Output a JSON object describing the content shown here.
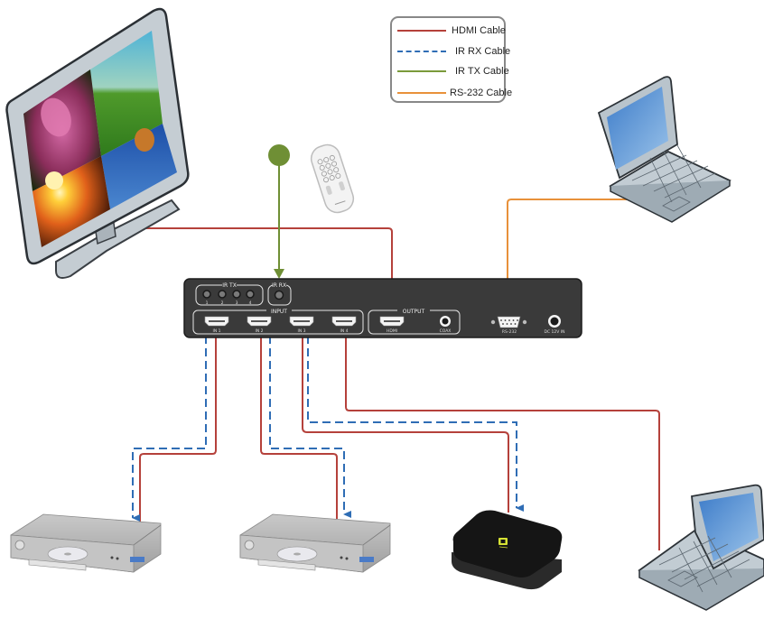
{
  "legend": {
    "items": [
      {
        "label": "HDMI Cable",
        "color": "#b5413b",
        "style": "solid"
      },
      {
        "label": "IR RX Cable",
        "color": "#2f6db5",
        "style": "dashed"
      },
      {
        "label": "IR TX Cable",
        "color": "#7a9a3a",
        "style": "solid"
      },
      {
        "label": "RS-232 Cable",
        "color": "#e8913a",
        "style": "solid"
      }
    ]
  },
  "switcher": {
    "ir_tx_group_label": "IR TX",
    "ir_tx_ports": [
      "1",
      "2",
      "3",
      "4"
    ],
    "ir_rx_label": "IR RX",
    "input_group_label": "INPUT",
    "inputs": [
      "IN 1",
      "IN 2",
      "IN 3",
      "IN 4"
    ],
    "output_group_label": "OUTPUT",
    "output_hdmi_label": "HDMI",
    "output_coax_label": "COAX",
    "rs232_label": "RS-232",
    "power_label": "DC 12V IN"
  },
  "devices": {
    "display": "monitor",
    "remote": "ir-remote",
    "control_laptop": "laptop",
    "sources": [
      "dvd-player-1",
      "dvd-player-2",
      "media-box",
      "laptop-source"
    ]
  },
  "colors": {
    "hdmi": "#b5413b",
    "ir_rx": "#2f6db5",
    "ir_tx": "#6f8f35",
    "rs232": "#e8913a",
    "panel": "#3a3a3a"
  }
}
